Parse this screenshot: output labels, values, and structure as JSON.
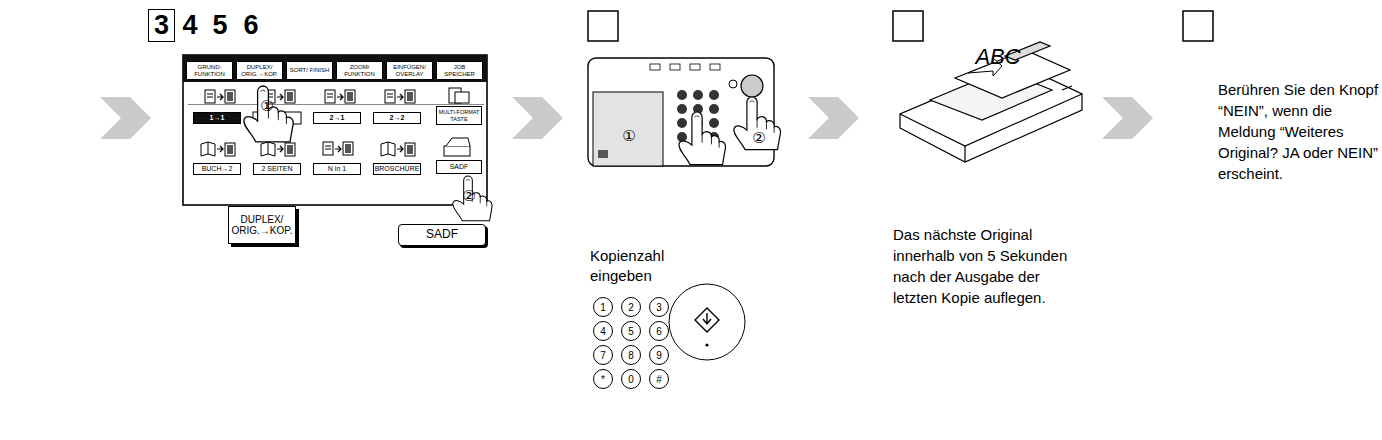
{
  "diagram": {
    "nodes": [
      {
        "text": [
          "3"
        ]
      },
      {
        "text": [
          "GRUND- FUNKTION"
        ]
      },
      {
        "text": [
          "DUPLEX/ ORIG.→KOP."
        ]
      },
      {
        "text": [
          "SORT/ FINISH"
        ]
      },
      {
        "text": [
          "ZOOM/ FUNKTION"
        ]
      },
      {
        "text": [
          "EINFÜGEN/ OVERLAY"
        ]
      },
      {
        "text": [
          "JOB SPEICHER"
        ]
      },
      {
        "text": [
          "1→1"
        ]
      },
      {
        "text": [
          "2→1"
        ]
      },
      {
        "text": [
          "2→2"
        ]
      },
      {
        "text": [
          "MULTI-FORMAT TASTE"
        ]
      },
      {
        "text": [
          "BUCH→2"
        ]
      },
      {
        "text": [
          "2 SEITEN"
        ]
      },
      {
        "text": [
          "N in 1"
        ]
      },
      {
        "text": [
          "BROSCHÜRE"
        ]
      },
      {
        "text": [
          "SADF"
        ]
      },
      {
        "text": [
          "DUPLEX/ ORIG.→KOP."
        ]
      },
      {
        "text": [
          "SADF"
        ]
      }
    ],
    "labels": [
      "4",
      "5",
      "6",
      "①",
      "②",
      "①",
      "②",
      "Kopienzahl eingeben",
      "1",
      "2",
      "3",
      "4",
      "5",
      "6",
      "7",
      "8",
      "9",
      "*",
      "0",
      "#",
      "ABC",
      "Das nächste Original innerhalb von 5 Sekunden nach der Ausgabe der letzten Kopie auflegen.",
      "Berühren Sie den Knopf “NEIN”, wenn die Meldung “Weiteres Original? JA oder NEIN” erscheint."
    ]
  }
}
